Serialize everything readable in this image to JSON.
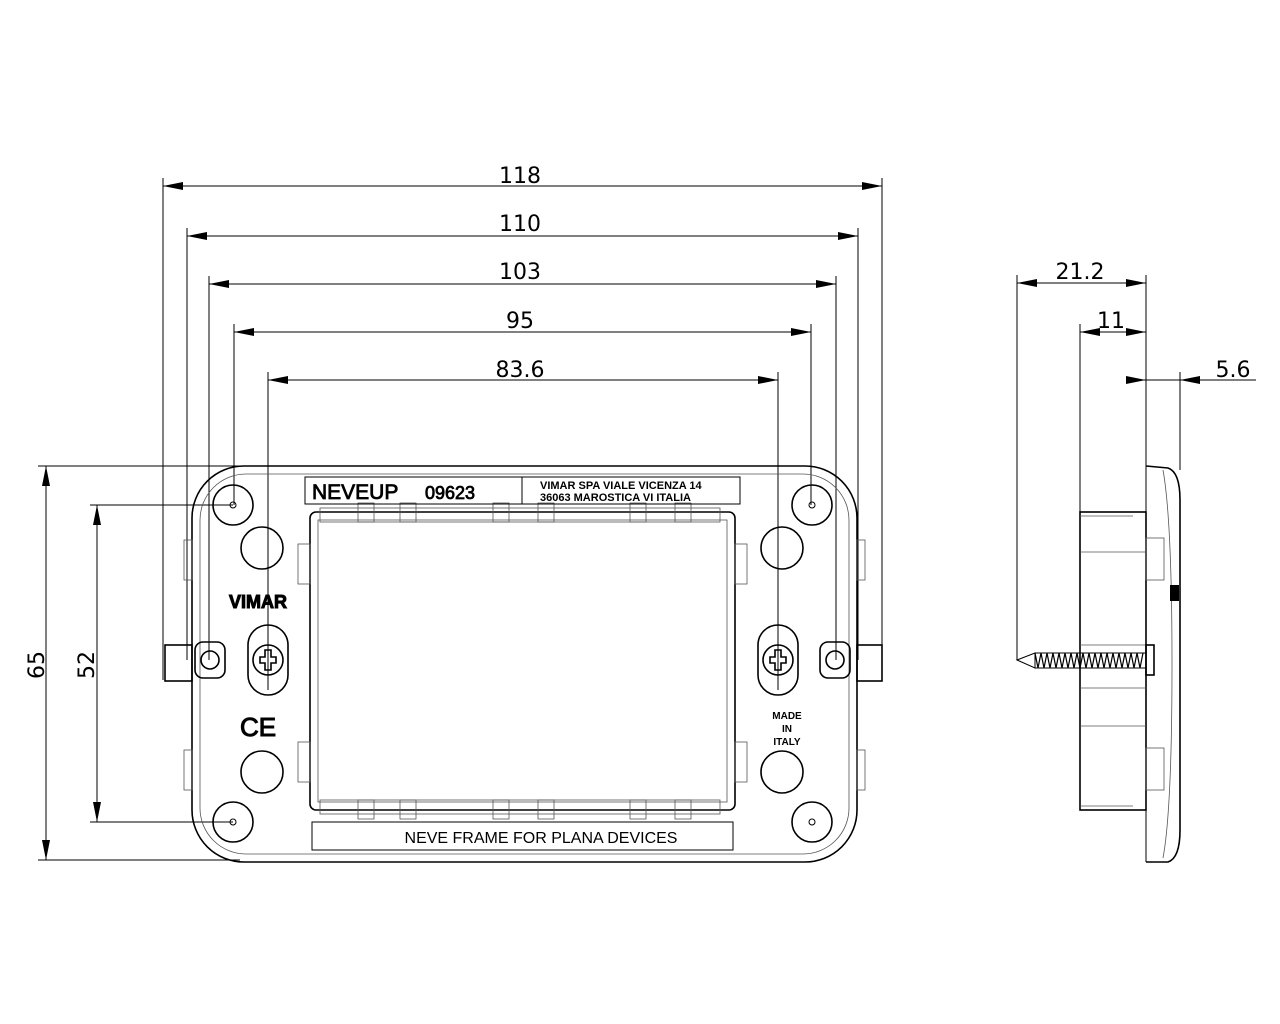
{
  "front_view": {
    "dimensions": {
      "width_118": "118",
      "width_110": "110",
      "width_103": "103",
      "width_95": "95",
      "width_83_6": "83.6",
      "height_65": "65",
      "height_52": "52"
    },
    "label_model": "NEVEUP",
    "label_code": "09623",
    "label_address_1": "VIMAR SPA VIALE VICENZA 14",
    "label_address_2": "36063 MAROSTICA VI  ITALIA",
    "brand": "VIMAR",
    "ce_mark": "CE",
    "made_in_1": "MADE",
    "made_in_2": "IN",
    "made_in_3": "ITALY",
    "bottom_label": "NEVE  FRAME  FOR  PLANA  DEVICES"
  },
  "side_view": {
    "dimensions": {
      "depth_21_2": "21.2",
      "depth_11": "11",
      "depth_5_6": "5.6"
    }
  }
}
